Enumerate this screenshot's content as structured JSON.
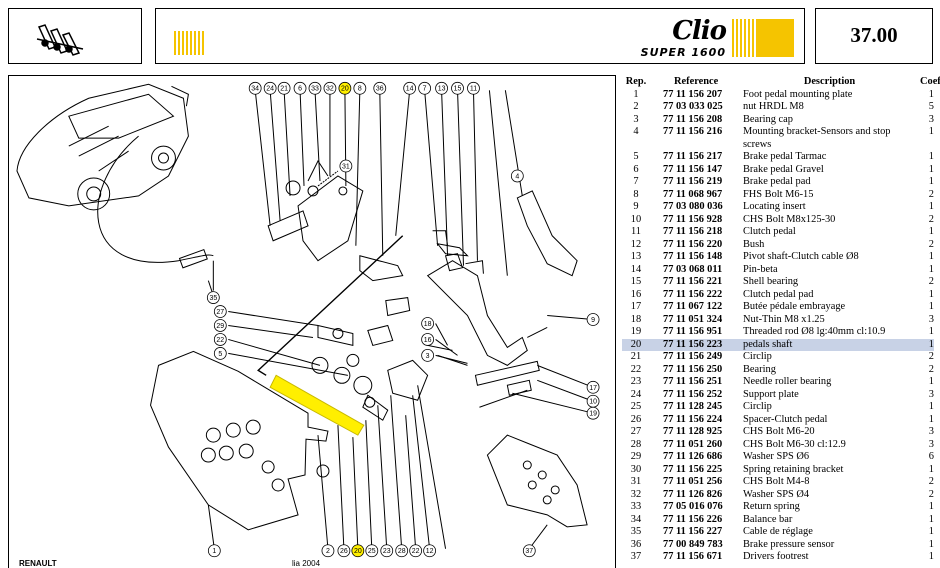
{
  "header": {
    "logo_brand": "Clio",
    "logo_model": "SUPER 1600",
    "page_number": "37.00"
  },
  "diagram": {
    "callouts_top": [
      "34",
      "24",
      "21",
      "6",
      "33",
      "32",
      "20",
      "8",
      "36",
      "14",
      "7",
      "13",
      "15",
      "11"
    ],
    "callouts_bottom": [
      "2",
      "26",
      "20",
      "25",
      "23",
      "28",
      "22",
      "12"
    ],
    "callouts_side": [
      "35",
      "27",
      "29",
      "22",
      "5",
      "9",
      "18",
      "16",
      "3",
      "17",
      "10",
      "19",
      "37",
      "1",
      "31",
      "4"
    ],
    "highlighted_callout": "20",
    "highlight_color": "#ffef00",
    "footer_brand": "RENAULT",
    "footer_date": "lia 2004"
  },
  "parts_table": {
    "headers": {
      "rep": "Rep.",
      "reference": "Reference",
      "description": "Description",
      "coef": "Coef"
    },
    "selected_rep": "20",
    "rows": [
      {
        "rep": "1",
        "ref": "77 11 156 207",
        "desc": "Foot pedal mounting plate",
        "coef": "1"
      },
      {
        "rep": "2",
        "ref": "77 03 033 025",
        "desc": "nut HRDL M8",
        "coef": "5"
      },
      {
        "rep": "3",
        "ref": "77 11 156 208",
        "desc": "Bearing cap",
        "coef": "3"
      },
      {
        "rep": "4",
        "ref": "77 11 156 216",
        "desc": "Mounting bracket-Sensors and stop",
        "coef": "1"
      },
      {
        "rep": "",
        "ref": "",
        "desc": "screws",
        "coef": ""
      },
      {
        "rep": "5",
        "ref": "77 11 156 217",
        "desc": "Brake pedal Tarmac",
        "coef": "1"
      },
      {
        "rep": "6",
        "ref": "77 11 156 147",
        "desc": "Brake pedal Gravel",
        "coef": "1"
      },
      {
        "rep": "7",
        "ref": "77 11 156 219",
        "desc": "Brake pedal pad",
        "coef": "1"
      },
      {
        "rep": "8",
        "ref": "77 11 068 967",
        "desc": "FHS Bolt M6-15",
        "coef": "2"
      },
      {
        "rep": "9",
        "ref": "77 03 080 036",
        "desc": "Locating insert",
        "coef": "1"
      },
      {
        "rep": "10",
        "ref": "77 11 156 928",
        "desc": "CHS Bolt M8x125-30",
        "coef": "2"
      },
      {
        "rep": "11",
        "ref": "77 11 156 218",
        "desc": "Clutch pedal",
        "coef": "1"
      },
      {
        "rep": "12",
        "ref": "77 11 156 220",
        "desc": "Bush",
        "coef": "2"
      },
      {
        "rep": "13",
        "ref": "77 11 156 148",
        "desc": "Pivot shaft-Clutch cable Ø8",
        "coef": "1"
      },
      {
        "rep": "14",
        "ref": "77 03 068 011",
        "desc": "Pin-beta",
        "coef": "1"
      },
      {
        "rep": "15",
        "ref": "77 11 156 221",
        "desc": "Shell bearing",
        "coef": "2"
      },
      {
        "rep": "16",
        "ref": "77 11 156 222",
        "desc": "Clutch pedal pad",
        "coef": "1"
      },
      {
        "rep": "17",
        "ref": "77 11 067 122",
        "desc": "Butée pédale embrayage",
        "coef": "1"
      },
      {
        "rep": "18",
        "ref": "77 11 051 324",
        "desc": "Nut-Thin M8 x1.25",
        "coef": "3"
      },
      {
        "rep": "19",
        "ref": "77 11 156 951",
        "desc": "Threaded rod Ø8 lg:40mm cl:10.9",
        "coef": "1"
      },
      {
        "rep": "20",
        "ref": "77 11 156 223",
        "desc": "pedals shaft",
        "coef": "1"
      },
      {
        "rep": "21",
        "ref": "77 11 156 249",
        "desc": "Circlip",
        "coef": "2"
      },
      {
        "rep": "22",
        "ref": "77 11 156 250",
        "desc": "Bearing",
        "coef": "2"
      },
      {
        "rep": "23",
        "ref": "77 11 156 251",
        "desc": "Needle roller bearing",
        "coef": "1"
      },
      {
        "rep": "24",
        "ref": "77 11 156 252",
        "desc": "Support plate",
        "coef": "3"
      },
      {
        "rep": "25",
        "ref": "77 11 128 245",
        "desc": "Circlip",
        "coef": "1"
      },
      {
        "rep": "26",
        "ref": "77 11 156 224",
        "desc": "Spacer-Clutch pedal",
        "coef": "1"
      },
      {
        "rep": "27",
        "ref": "77 11 128 925",
        "desc": "CHS Bolt M6-20",
        "coef": "3"
      },
      {
        "rep": "28",
        "ref": "77 11 051 260",
        "desc": "CHS Bolt M6-30 cl:12.9",
        "coef": "3"
      },
      {
        "rep": "29",
        "ref": "77 11 126 686",
        "desc": "Washer SPS Ø6",
        "coef": "6"
      },
      {
        "rep": "30",
        "ref": "77 11 156 225",
        "desc": "Spring retaining bracket",
        "coef": "1"
      },
      {
        "rep": "31",
        "ref": "77 11 051 256",
        "desc": "CHS Bolt M4-8",
        "coef": "2"
      },
      {
        "rep": "32",
        "ref": "77 11 126 826",
        "desc": "Washer SPS Ø4",
        "coef": "2"
      },
      {
        "rep": "33",
        "ref": "77 05 016 076",
        "desc": "Return spring",
        "coef": "1"
      },
      {
        "rep": "34",
        "ref": "77 11 156 226",
        "desc": "Balance bar",
        "coef": "1"
      },
      {
        "rep": "35",
        "ref": "77 11 156 227",
        "desc": "Cable de réglage",
        "coef": "1"
      },
      {
        "rep": "36",
        "ref": "77 00 849 783",
        "desc": "Brake pressure sensor",
        "coef": "1"
      },
      {
        "rep": "37",
        "ref": "77 11 156 671",
        "desc": "Drivers footrest",
        "coef": "1"
      }
    ]
  }
}
